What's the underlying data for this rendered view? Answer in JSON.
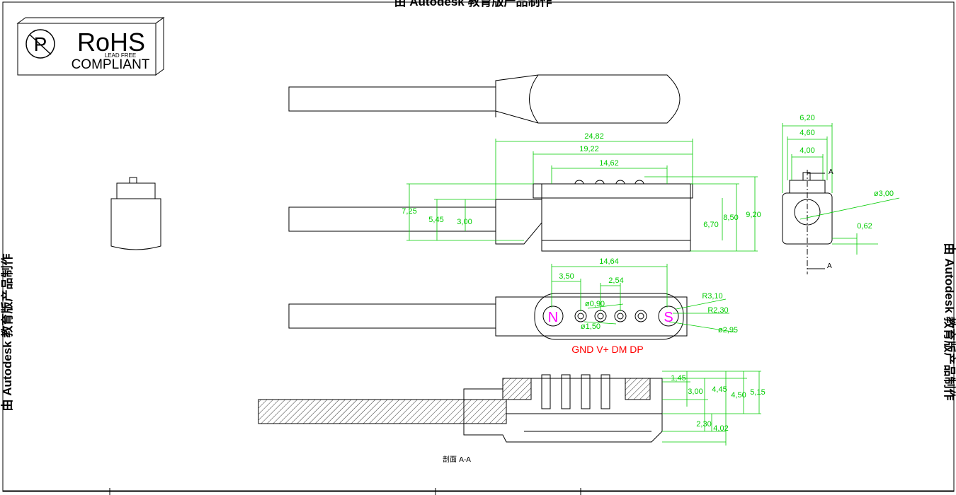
{
  "watermark": {
    "top": "由 Autodesk 教育版产品制作",
    "left": "由 Autodesk 教育版产品制作",
    "right": "由 Autodesk 教育版产品制作"
  },
  "rohs_badge": {
    "title": "RoHS",
    "sub": "LEAD FREE",
    "status": "COMPLIANT",
    "logo_letter": "P"
  },
  "dimensions": {
    "top_view": [
      "24,82",
      "19,22",
      "14,62"
    ],
    "side_view_left": [
      "7,25",
      "5,45",
      "3,00"
    ],
    "side_view_right": [
      "6,70",
      "8,50",
      "9,20"
    ],
    "end_view": [
      "6,20",
      "4,60",
      "4,00",
      "ø3,00",
      "0,62"
    ],
    "section_marks": [
      "A",
      "A"
    ],
    "face_view": [
      "14,64",
      "3,50",
      "2,54",
      "ø0,90",
      "ø1,50",
      "R3,10",
      "R2,30",
      "ø2,95"
    ],
    "section_view": [
      "1,45",
      "3,00",
      "4,45",
      "4,50",
      "5,15",
      "2,30",
      "4,02"
    ]
  },
  "face_view_labels": {
    "north": "N",
    "south": "S",
    "pin_labels": "GND V+ DM DP"
  },
  "section_caption": "剖面 A-A",
  "colors": {
    "line": "#000000",
    "dimension": "#00cc00",
    "pin_label": "#ff0000",
    "magnet": "#ff00ff"
  }
}
